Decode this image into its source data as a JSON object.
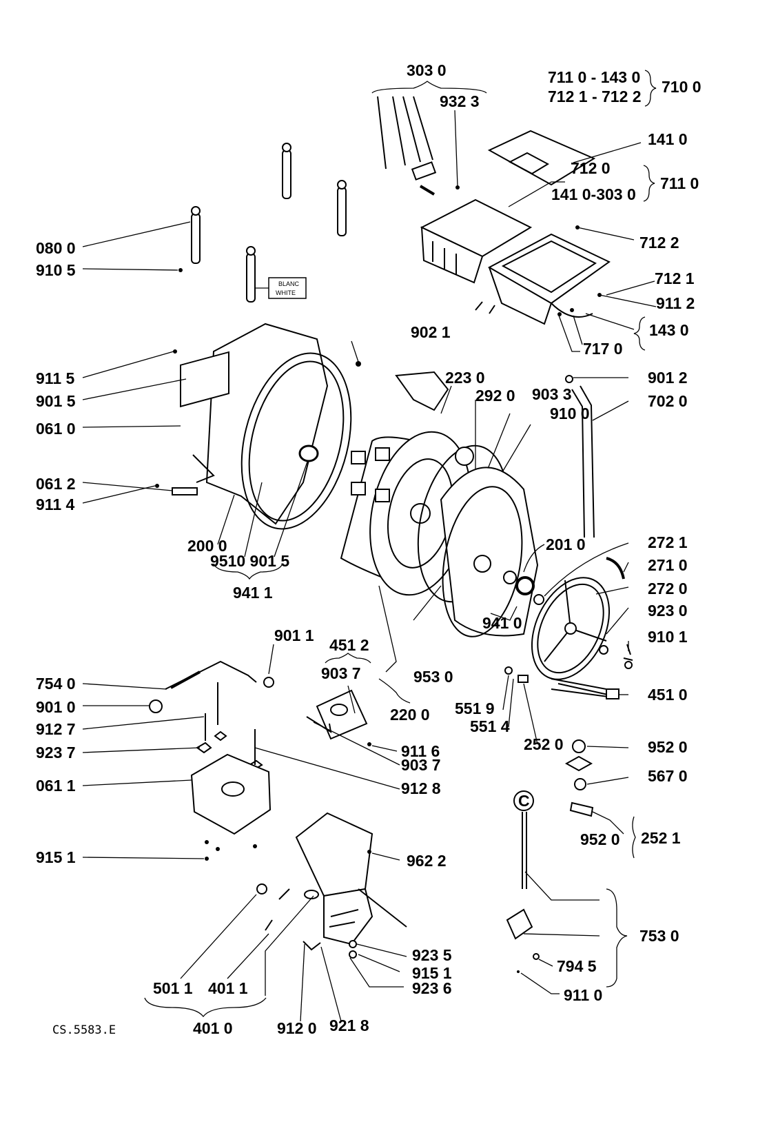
{
  "drawing_ref": "CS.5583.E",
  "warning_tag": {
    "line1": "BLANC",
    "line2": "WHITE"
  },
  "symbol_c": "C",
  "labels": {
    "l3030": "303 0",
    "l9323": "932 3",
    "l7110_1430": "711 0 - 143 0",
    "l7121_7122": "712 1 - 712 2",
    "l7100": "710 0",
    "l1410": "141 0",
    "l7120": "712 0",
    "l7110": "711 0",
    "l1410_3030": "141 0-303 0",
    "l7122": "712 2",
    "l7121": "712 1",
    "l9112": "911 2",
    "l1430": "143 0",
    "l7170": "717 0",
    "l0800": "080 0",
    "l9105": "910 5",
    "l9021": "902 1",
    "l9115": "911 5",
    "l9015": "901 5",
    "l0610": "061 0",
    "l0612": "061 2",
    "l9114": "911 4",
    "l2000": "200 0",
    "l9510_9015": "9510  901 5",
    "l9411": "941 1",
    "l2230": "223 0",
    "l2920": "292 0",
    "l9033": "903 3",
    "l9100": "910 0",
    "l9012": "901 2",
    "l7020": "702 0",
    "l2010": "201 0",
    "l2721": "272 1",
    "l2710": "271 0",
    "l2720": "272 0",
    "l9410": "941 0",
    "l9230": "923 0",
    "l9101": "910 1",
    "l9011": "901 1",
    "l4512": "451 2",
    "l9037a": "903 7",
    "l9530": "953 0",
    "l2200": "220 0",
    "l7540": "754 0",
    "l9010": "901 0",
    "l9127": "912 7",
    "l9237": "923 7",
    "l0611": "061 1",
    "l9116": "911 6",
    "l9037b": "903 7",
    "l9128": "912 8",
    "l5519": "551 9",
    "l5514": "551 4",
    "l2520": "252 0",
    "l4510": "451 0",
    "l9520a": "952 0",
    "l5670": "567 0",
    "l9520b": "952 0",
    "l2521": "252 1",
    "l9151a": "915 1",
    "l9622": "962 2",
    "l9235": "923 5",
    "l9151b": "915 1",
    "l9236": "923 6",
    "l7530": "753 0",
    "l7945": "794 5",
    "l9110": "911 0",
    "l5011": "501 1",
    "l4011": "401 1",
    "l4010": "401 0",
    "l9120": "912 0",
    "l9218": "921 8"
  }
}
